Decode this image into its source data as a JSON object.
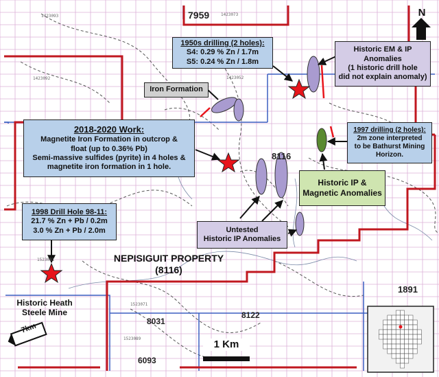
{
  "claims": {
    "c7959": "7959",
    "c8116": "8116",
    "c1891": "1891",
    "c8031": "8031",
    "c8122": "8122",
    "c6093": "6093"
  },
  "property": {
    "name": "NEPISIGUIT PROPERTY",
    "number": "(8116)"
  },
  "mine": {
    "line1": "Historic Heath",
    "line2": "Steele Mine"
  },
  "scale": {
    "bar_label": "1 Km",
    "distance_label": "7km"
  },
  "north_arrow": {
    "label": "N"
  },
  "callouts": {
    "drill_1950s": {
      "title": "1950s drilling (2 holes):",
      "line1": "S4: 0.29 % Zn / 1.7m",
      "line2": "S5: 0.24 % Zn / 1.8m"
    },
    "iron_formation": {
      "text": "Iron Formation"
    },
    "em_ip": {
      "line1": "Historic EM & IP",
      "line2": "Anomalies",
      "line3": "(1 historic drill hole",
      "line4": "did not explain anomaly)"
    },
    "work_2018": {
      "title": "2018-2020 Work:",
      "line1": "Magnetite Iron Formation in outcrop &",
      "line2": "float (up to 0.36% Pb)",
      "line3": "Semi-massive sulfides (pyrite) in 4 holes &",
      "line4": "magnetite iron formation in 1 hole."
    },
    "drill_1997": {
      "title": "1997 drilling (2 holes):",
      "line1": "2m zone interpreted",
      "line2": "to be Bathurst Mining",
      "line3": "Horizon."
    },
    "ip_magnetic": {
      "line1": "Historic IP &",
      "line2": "Magnetic Anomalies"
    },
    "drill_1998": {
      "title": "1998 Drill Hole 98-11:",
      "line1": "21.7 % Zn + Pb / 0.2m",
      "line2": "3.0 % Zn + Pb / 2.0m"
    },
    "untested_ip": {
      "line1": "Untested",
      "line2": "Historic IP Anomalies"
    }
  },
  "grid_ids": [
    "1423093",
    "1423073",
    "1423092",
    "1423052",
    "1523081",
    "1523071",
    "1523089"
  ],
  "colors": {
    "claim_boundary": "#c0171f",
    "grid_blue": "#3a5fc0",
    "grid_pink": "#d9a6d4",
    "anomaly_purple": "#a99bd0",
    "anomaly_green": "#5a8a30",
    "star": "#e8141b"
  }
}
